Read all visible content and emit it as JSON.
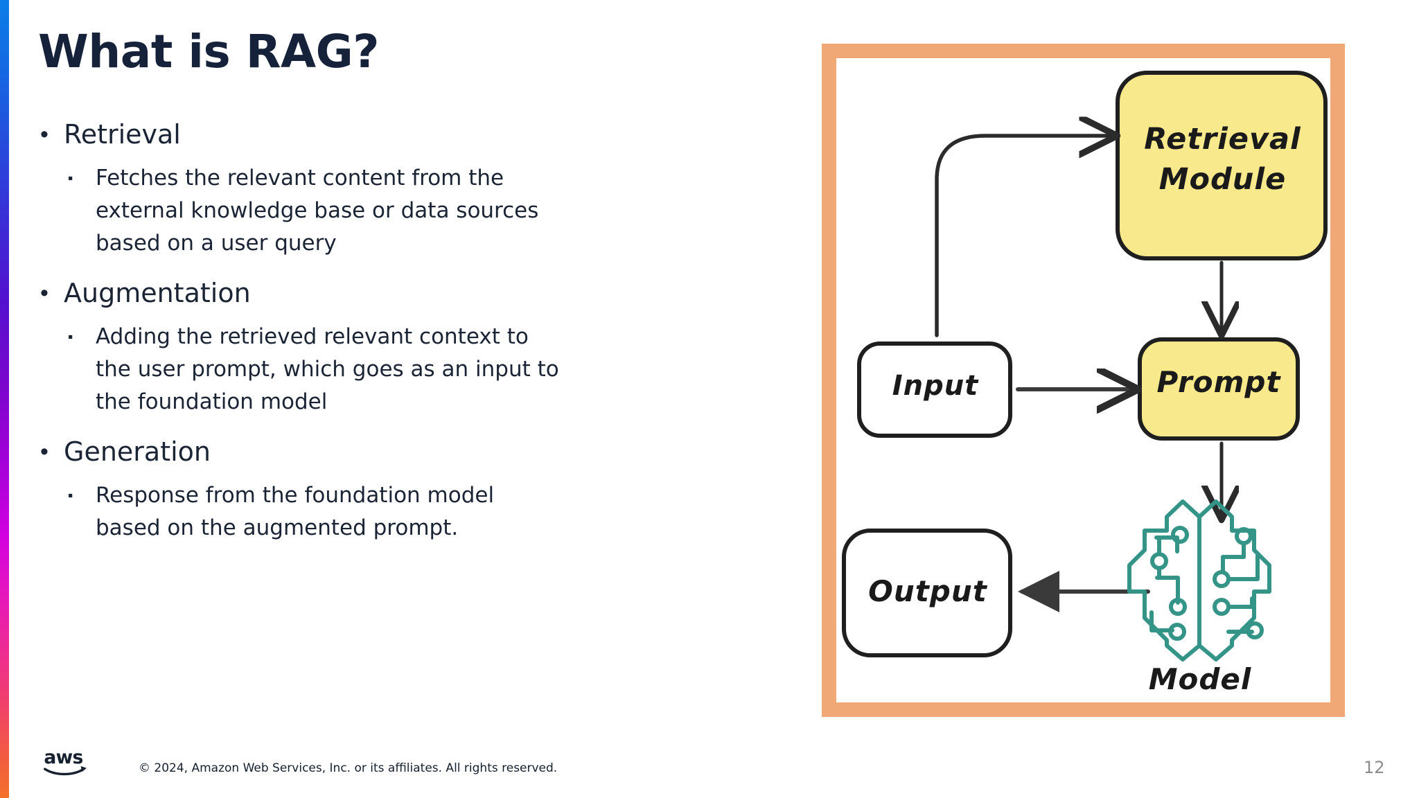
{
  "slide": {
    "title": "What is RAG?",
    "number": "12"
  },
  "accent_bar": {
    "gradient_top": "#0b7ee8",
    "gradient_mid": "#c900dd",
    "gradient_bottom": "#f4702a"
  },
  "bullets": [
    {
      "marker": "•",
      "label": "Retrieval",
      "sub": [
        {
          "marker": "▪",
          "lines": [
            "Fetches the relevant content from the",
            "external knowledge base or data sources",
            "based on a user query"
          ]
        }
      ]
    },
    {
      "marker": "•",
      "label": "Augmentation",
      "sub": [
        {
          "marker": "▪",
          "lines": [
            "Adding the retrieved relevant context to",
            "the user prompt, which goes as an input to",
            "the foundation model"
          ]
        }
      ]
    },
    {
      "marker": "•",
      "label": "Generation",
      "sub": [
        {
          "marker": "▪",
          "lines": [
            "Response from the foundation model",
            "based on the augmented prompt."
          ]
        }
      ]
    }
  ],
  "footer": {
    "logo_name": "aws-logo",
    "copyright": "© 2024, Amazon Web Services, Inc. or its affiliates. All rights reserved."
  },
  "diagram": {
    "frame_color": "#f0a876",
    "box_fill_highlight": "#f8e98c",
    "box_fill_plain": "#ffffff",
    "box_stroke": "#1f1f1f",
    "brain_color": "#349488",
    "nodes": {
      "retrieval_module_line1": "Retrieval",
      "retrieval_module_line2": "Module",
      "input": "Input",
      "prompt": "Prompt",
      "output": "Output",
      "model": "Model"
    },
    "edges": [
      "input-to-retrieval-module",
      "retrieval-module-to-prompt",
      "input-to-prompt",
      "prompt-to-model",
      "model-to-output"
    ]
  }
}
